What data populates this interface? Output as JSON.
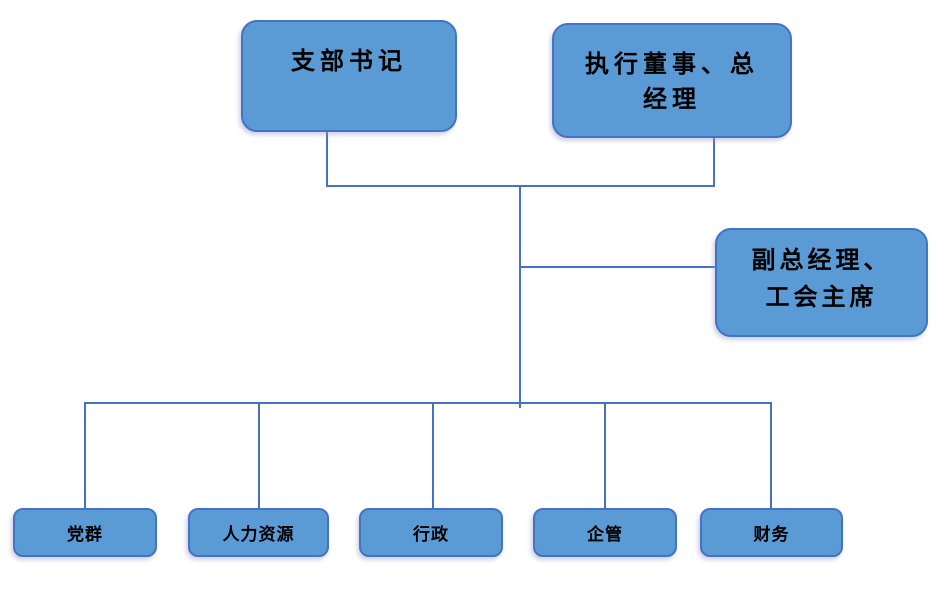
{
  "diagram": {
    "type": "org-chart",
    "colors": {
      "box_fill": "#5B9BD5",
      "box_border": "#4472C4",
      "connector": "#4472C4",
      "text": "#000000"
    },
    "nodes": {
      "branch_secretary": {
        "label": "支部书记"
      },
      "executive_director_gm": {
        "label": "执行董事、总\n经理"
      },
      "deputy_gm_union_chair": {
        "label": "副总经理、\n工会主席"
      },
      "dept_party_masses": {
        "label": "党群"
      },
      "dept_human_resources": {
        "label": "人力资源"
      },
      "dept_administration": {
        "label": "行政"
      },
      "dept_enterprise_mgmt": {
        "label": "企管"
      },
      "dept_finance": {
        "label": "财务"
      }
    },
    "edges": [
      {
        "from": "branch_secretary",
        "to": "central-spine"
      },
      {
        "from": "executive_director_gm",
        "to": "central-spine"
      },
      {
        "from": "central-spine",
        "to": "deputy_gm_union_chair"
      },
      {
        "from": "central-spine",
        "to": "dept_party_masses"
      },
      {
        "from": "central-spine",
        "to": "dept_human_resources"
      },
      {
        "from": "central-spine",
        "to": "dept_administration"
      },
      {
        "from": "central-spine",
        "to": "dept_enterprise_mgmt"
      },
      {
        "from": "central-spine",
        "to": "dept_finance"
      }
    ]
  }
}
